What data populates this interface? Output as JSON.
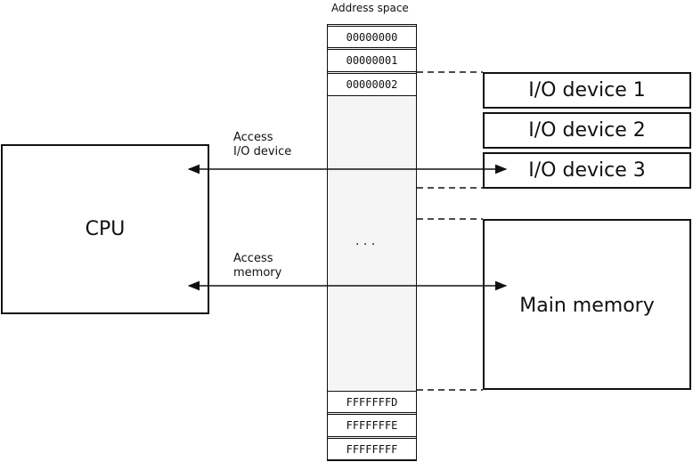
{
  "address_space": {
    "title": "Address space",
    "top_cells": [
      "00000000",
      "00000001",
      "00000002"
    ],
    "middle_ellipsis": ". . .",
    "bottom_cells": [
      "FFFFFFFD",
      "FFFFFFFE",
      "FFFFFFFF"
    ]
  },
  "cpu": {
    "label": "CPU"
  },
  "io_devices": [
    "I/O device 1",
    "I/O device 2",
    "I/O device 3"
  ],
  "main_memory": {
    "label": "Main memory"
  },
  "arrows": {
    "io": {
      "line1": "Access",
      "line2": "I/O device"
    },
    "memory": {
      "line1": "Access",
      "line2": "memory"
    }
  }
}
